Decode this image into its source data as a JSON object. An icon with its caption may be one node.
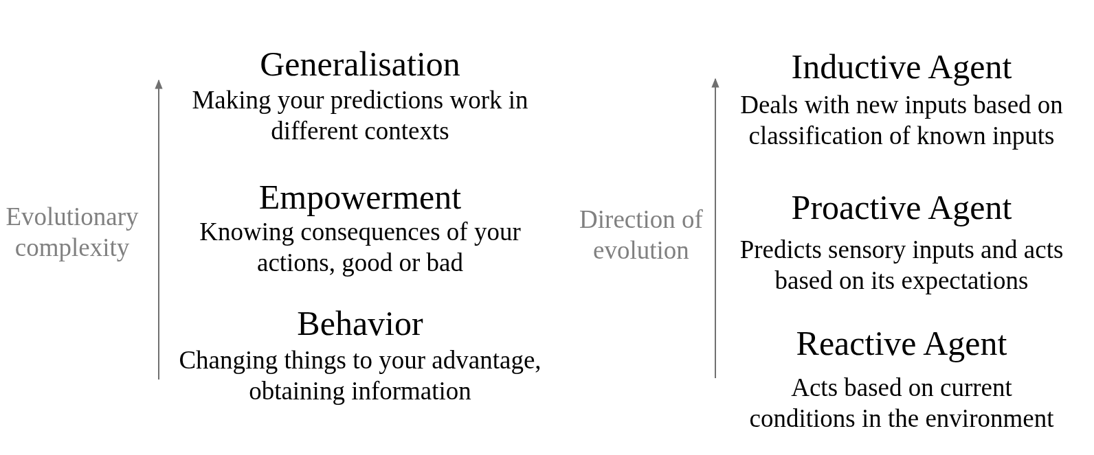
{
  "diagram": {
    "labels": [
      "Evolutionary complexity",
      "Generalisation",
      "Making your predictions work in different contexts",
      "Empowerment",
      "Knowing consequences of your actions, good or bad",
      "Behavior",
      "Changing things to your advantage, obtaining information",
      "Direction of evolution",
      "Inductive Agent",
      "Deals with new inputs based on classification of known inputs",
      "Proactive Agent",
      "Predicts sensory inputs and acts based on its expectations",
      "Reactive Agent",
      "Acts based on current conditions in the environment"
    ]
  }
}
